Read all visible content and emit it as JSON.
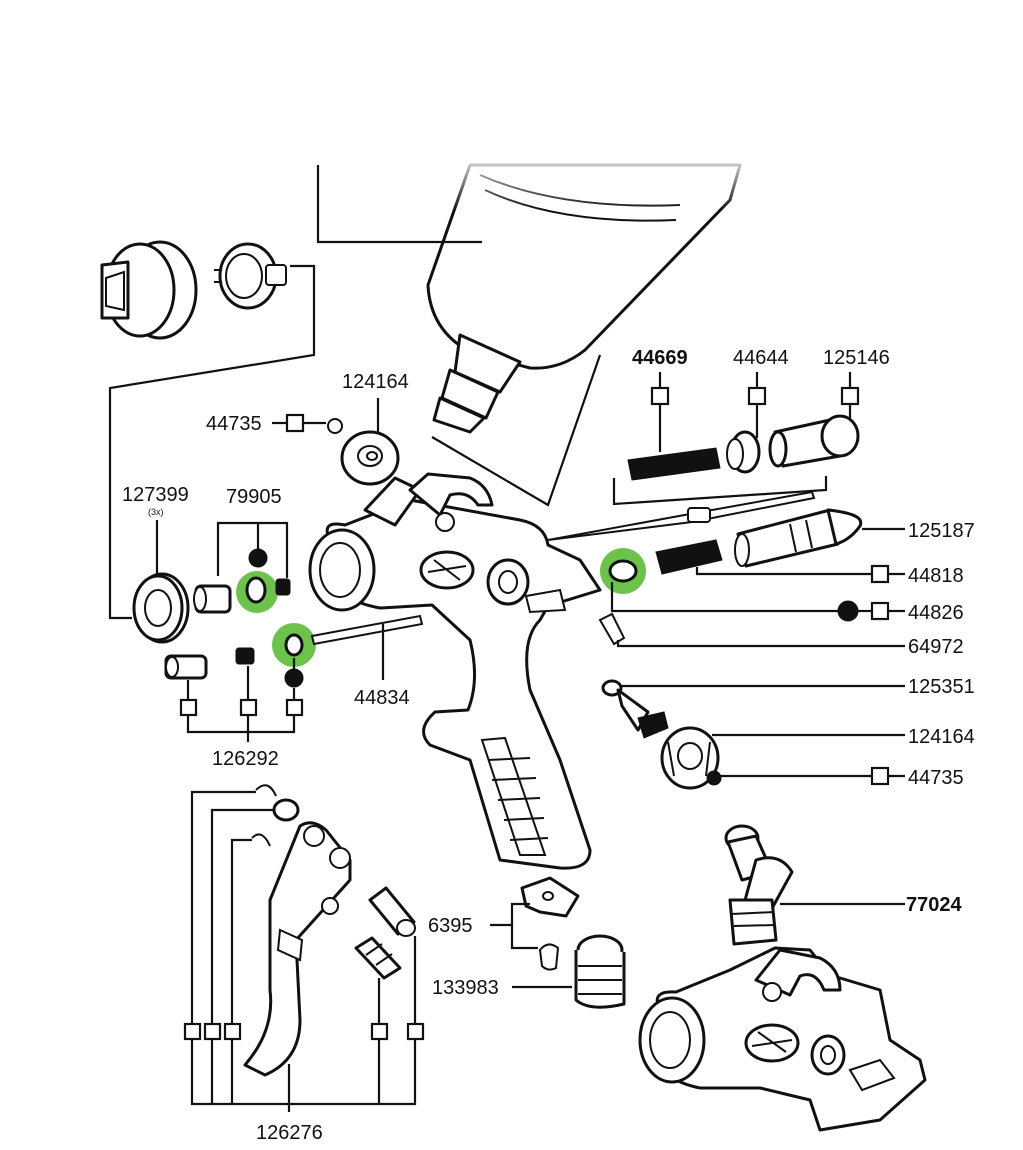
{
  "labels": {
    "p44669": "44669",
    "p44644": "44644",
    "p125146": "125146",
    "p124164_top": "124164",
    "p44735_top": "44735",
    "p127399": "127399",
    "p127399_qty": "(3x)",
    "p79905": "79905",
    "p125187": "125187",
    "p44818": "44818",
    "p44826": "44826",
    "p64972": "64972",
    "p44834": "44834",
    "p125351": "125351",
    "p126292": "126292",
    "p124164_bottom": "124164",
    "p44735_bottom": "44735",
    "p77024": "77024",
    "p6395": "6395",
    "p133983": "133983",
    "p126276": "126276"
  },
  "colors": {
    "highlight": "#6cc24a",
    "line": "#111111"
  }
}
